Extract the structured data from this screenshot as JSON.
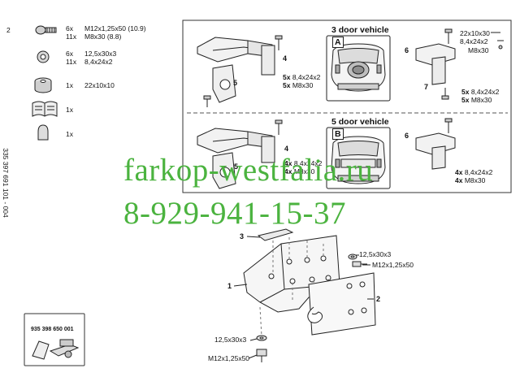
{
  "page_marker": "2",
  "doc_number": "335 397 691 101 - 004",
  "parts": [
    {
      "qty": "6x",
      "spec": "M12x1,25x50 (10.9)",
      "icon": "bolt-icon"
    },
    {
      "qty": "11x",
      "spec": "M8x30 (8.8)",
      "icon": "bolt-icon"
    },
    {
      "qty": "6x",
      "spec": "12,5x30x3",
      "icon": "washer-icon"
    },
    {
      "qty": "11x",
      "spec": "8,4x24x2",
      "icon": "washer-icon"
    },
    {
      "qty": "1x",
      "spec": "22x10x10",
      "icon": "spacer-icon"
    },
    {
      "qty": "1x",
      "spec": "",
      "icon": "manual-icon"
    },
    {
      "qty": "1x",
      "spec": "",
      "icon": "cap-icon"
    }
  ],
  "kit_number": "935 398 650 001",
  "variant_3door": {
    "title": "3 door vehicle",
    "letter": "A",
    "labels": {
      "n4": "4",
      "n5": "5",
      "n6": "6",
      "n7": "7"
    },
    "left_qty": [
      {
        "q": "5x",
        "s": "8,4x24x2"
      },
      {
        "q": "5x",
        "s": "M8x30"
      }
    ],
    "right_top": [
      "22x10x30",
      "8,4x24x2",
      "M8x30"
    ],
    "right_qty": [
      {
        "q": "5x",
        "s": "8,4x24x2"
      },
      {
        "q": "5x",
        "s": "M8x30"
      }
    ]
  },
  "variant_5door": {
    "title": "5 door vehicle",
    "letter": "B",
    "labels": {
      "n4": "4",
      "n5": "5",
      "n6": "6"
    },
    "left_qty": [
      {
        "q": "4x",
        "s": "8,4x24x2"
      },
      {
        "q": "4x",
        "s": "M8x30"
      }
    ],
    "right_qty": [
      {
        "q": "4x",
        "s": "8,4x24x2"
      },
      {
        "q": "4x",
        "s": "M8x30"
      }
    ]
  },
  "assembly": {
    "n1": "1",
    "n2": "2",
    "n3": "3",
    "washer_upper": "12,5x30x3",
    "bolt_upper": "M12x1,25x50",
    "washer_lower": "12,5x30x3",
    "bolt_lower": "M12x1,25x50"
  },
  "watermark": {
    "site": "farkop-westfalia.ru",
    "phone": "8-929-941-15-37",
    "color": "#4bb33f"
  }
}
